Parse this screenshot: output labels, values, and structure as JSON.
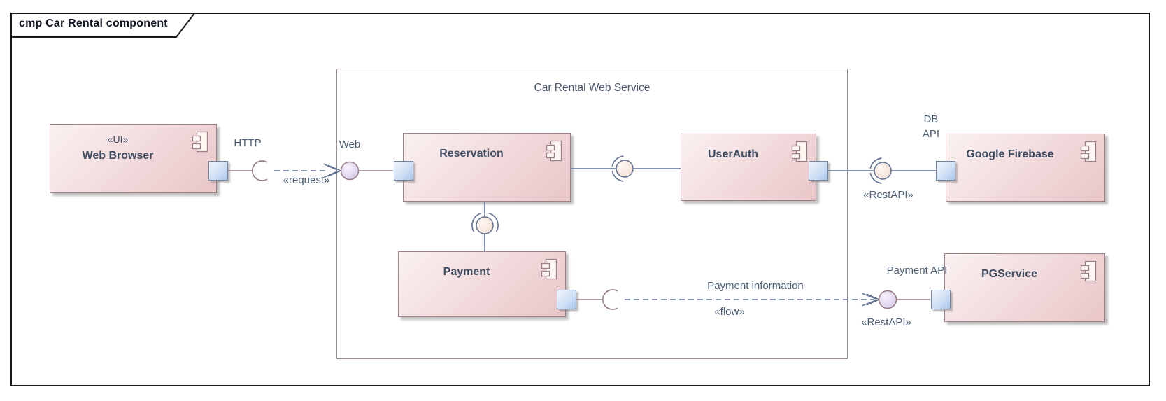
{
  "frame": {
    "tab_label": "cmp Car Rental component"
  },
  "container": {
    "title": "Car Rental Web Service"
  },
  "components": {
    "web_browser": {
      "stereotype": "«UI»",
      "name": "Web Browser"
    },
    "reservation": {
      "name": "Reservation"
    },
    "userauth": {
      "name": "UserAuth"
    },
    "payment": {
      "name": "Payment"
    },
    "google_firebase": {
      "name": "Google Firebase"
    },
    "pgservice": {
      "name": "PGService"
    }
  },
  "connectors": {
    "http_request": {
      "interface_label": "HTTP",
      "stereotype": "«request»"
    },
    "web_lollipop": {
      "label": "Web"
    },
    "db_api": {
      "label_line1": "DB",
      "label_line2": "API",
      "stereotype": "«RestAPI»"
    },
    "payment_flow": {
      "label": "Payment information",
      "stereotype": "«flow»"
    },
    "payment_api": {
      "label": "Payment API",
      "stereotype": "«RestAPI»"
    }
  },
  "colors": {
    "component_fill_light": "#faf1f1",
    "component_fill_dark": "#e9c6c8",
    "component_border": "#9b8187",
    "port_fill_light": "#f1f6fd",
    "port_fill_dark": "#a9c7eb",
    "port_border": "#74839f",
    "connector_slate": "#5f7192",
    "connector_brown": "#927b80",
    "ball_lavender": "#dcd2ee",
    "ball_cream": "#f8e9e0",
    "component_text": "#3f4d63",
    "label_text": "#4c5f75",
    "frame_border": "#17191c"
  }
}
